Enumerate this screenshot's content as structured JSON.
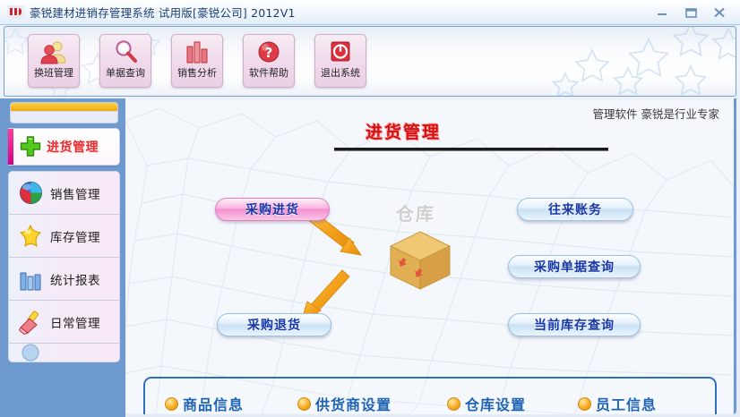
{
  "window": {
    "title": "豪锐建材进销存管理系统 试用版[豪锐公司] 2012V1",
    "logo_icon": "app-logo-icon",
    "controls": [
      {
        "name": "minimize-button",
        "icon": "minimize-icon"
      },
      {
        "name": "maximize-button",
        "icon": "maximize-icon"
      },
      {
        "name": "close-button",
        "icon": "close-icon"
      }
    ]
  },
  "toolbar": {
    "buttons": [
      {
        "label": "换班管理",
        "icon": "users-shift-icon"
      },
      {
        "label": "单据查询",
        "icon": "magnifier-icon"
      },
      {
        "label": "销售分析",
        "icon": "bar-chart-icon"
      },
      {
        "label": "软件帮助",
        "icon": "question-mark-icon"
      },
      {
        "label": "退出系统",
        "icon": "power-off-icon"
      }
    ]
  },
  "sidebar": {
    "active_item": {
      "label": "进货管理",
      "icon": "green-plus-icon"
    },
    "items": [
      {
        "label": "销售管理",
        "icon": "pie-sphere-icon"
      },
      {
        "label": "库存管理",
        "icon": "yellow-star-icon"
      },
      {
        "label": "统计报表",
        "icon": "bar-chart-icon"
      },
      {
        "label": "日常管理",
        "icon": "paint-brush-icon"
      },
      {
        "label": "",
        "icon": "partial-item-icon"
      }
    ]
  },
  "main": {
    "slogan": "管理软件 豪锐是行业专家",
    "page_title": "进货管理",
    "flow": {
      "warehouse_label": "仓库",
      "warehouse_icon": "cardboard-box-icon",
      "left_nodes": [
        {
          "label": "采购进货",
          "style": "pink"
        },
        {
          "label": "采购退货",
          "style": "blue"
        }
      ],
      "right_nodes": [
        {
          "label": "往来账务",
          "style": "blue"
        },
        {
          "label": "采购单据查询",
          "style": "blue"
        },
        {
          "label": "当前库存查询",
          "style": "blue"
        }
      ]
    },
    "bottom_panel": {
      "items": [
        {
          "label": "商品信息",
          "icon": "orange-bullet-icon"
        },
        {
          "label": "供货商设置",
          "icon": "orange-bullet-icon"
        },
        {
          "label": "仓库设置",
          "icon": "orange-bullet-icon"
        },
        {
          "label": "员工信息",
          "icon": "orange-bullet-icon"
        }
      ]
    }
  },
  "colors": {
    "frame_blue": "#6f9ad0",
    "title_red": "#d40f12",
    "accent_orange": "#f3a01a",
    "node_blue_text": "#1736a8",
    "bottom_link_blue": "#1f63b4",
    "active_pink": "#ff3f9a"
  }
}
